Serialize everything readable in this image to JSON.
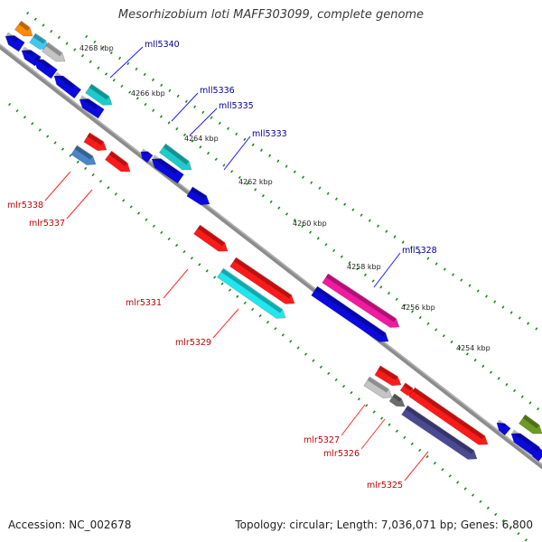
{
  "title": "Mesorhizobium loti MAFF303099, complete genome",
  "accession": "Accession: NC_002678",
  "summary": "Topology: circular; Length: 7,036,071 bp; Genes: 6,800",
  "colors": {
    "backbone": "#8c8c8c",
    "tick_dots": "#1a8a1a",
    "label_plus": "#00009a",
    "label_minus": "#c00000"
  },
  "scale_ticks": [
    "4268 kbp",
    "4266 kbp",
    "4264 kbp",
    "4262 kbp",
    "4260 kbp",
    "4258 kbp",
    "4256 kbp",
    "4254 kbp"
  ],
  "gene_labels_upper": [
    "mll5340",
    "mll5336",
    "mll5335",
    "mll5333",
    "mll5328"
  ],
  "gene_labels_lower": [
    "mlr5338",
    "mlr5337",
    "mlr5331",
    "mlr5329",
    "mlr5327",
    "mlr5326",
    "mlr5325"
  ]
}
